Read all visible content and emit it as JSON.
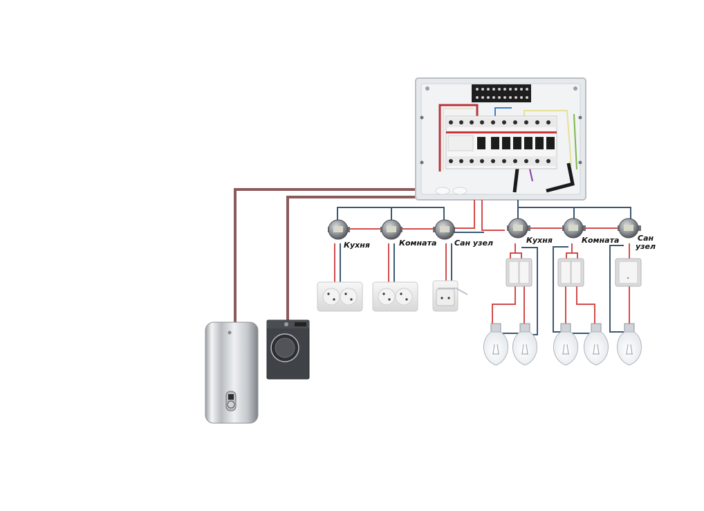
{
  "diagram": {
    "title": "",
    "colors": {
      "dedicated_line": "#8b5a5a",
      "phase": "#d24a4a",
      "neutral": "#3a5670",
      "panel_body": "#e9ecef",
      "breaker_red": "#c8343a"
    },
    "panel": {
      "name": "distribution-panel",
      "breaker_count": 7
    },
    "socket_group": {
      "junctions": [
        {
          "label": "Кухня",
          "device": "double-socket"
        },
        {
          "label": "Комната",
          "device": "double-socket"
        },
        {
          "label": "Сан узел",
          "device": "waterproof-socket"
        }
      ]
    },
    "lighting_group": {
      "junctions": [
        {
          "label": "Кухня",
          "device": "double-switch",
          "bulbs": 2
        },
        {
          "label": "Комната",
          "device": "double-switch",
          "bulbs": 2
        },
        {
          "label_line1": "Сан",
          "label_line2": "узел",
          "device": "single-switch",
          "bulbs": 1
        }
      ]
    },
    "appliances": [
      {
        "name": "water-heater"
      },
      {
        "name": "washing-machine"
      }
    ]
  }
}
